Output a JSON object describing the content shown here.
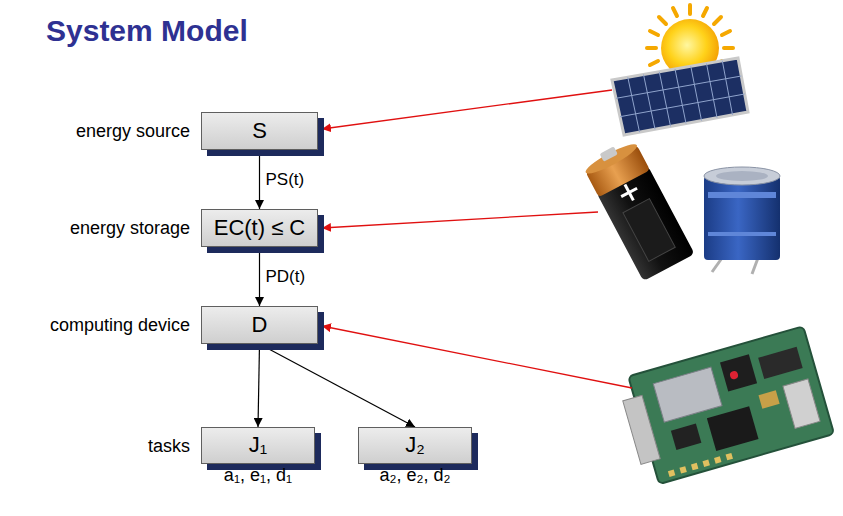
{
  "diagram": {
    "title": "System Model",
    "nodes": [
      {
        "text": [
          "S"
        ]
      },
      {
        "text": [
          "EC(t) ≤ C"
        ]
      },
      {
        "text": [
          "D"
        ]
      },
      {
        "text": [
          "J₁"
        ]
      },
      {
        "text": [
          "J₂"
        ]
      }
    ],
    "edges": [
      {
        "from": 0,
        "to": 1,
        "arrow": "to",
        "label": "PS(t)"
      },
      {
        "from": 1,
        "to": 2,
        "arrow": "to",
        "label": "PD(t)"
      },
      {
        "from": 2,
        "to": 3,
        "arrow": "to"
      },
      {
        "from": 2,
        "to": 4,
        "arrow": "to"
      }
    ],
    "labels": [
      "energy source",
      "energy storage",
      "computing device",
      "tasks",
      "a₁, e₁, d₁",
      "a₂, e₂, d₂"
    ]
  }
}
